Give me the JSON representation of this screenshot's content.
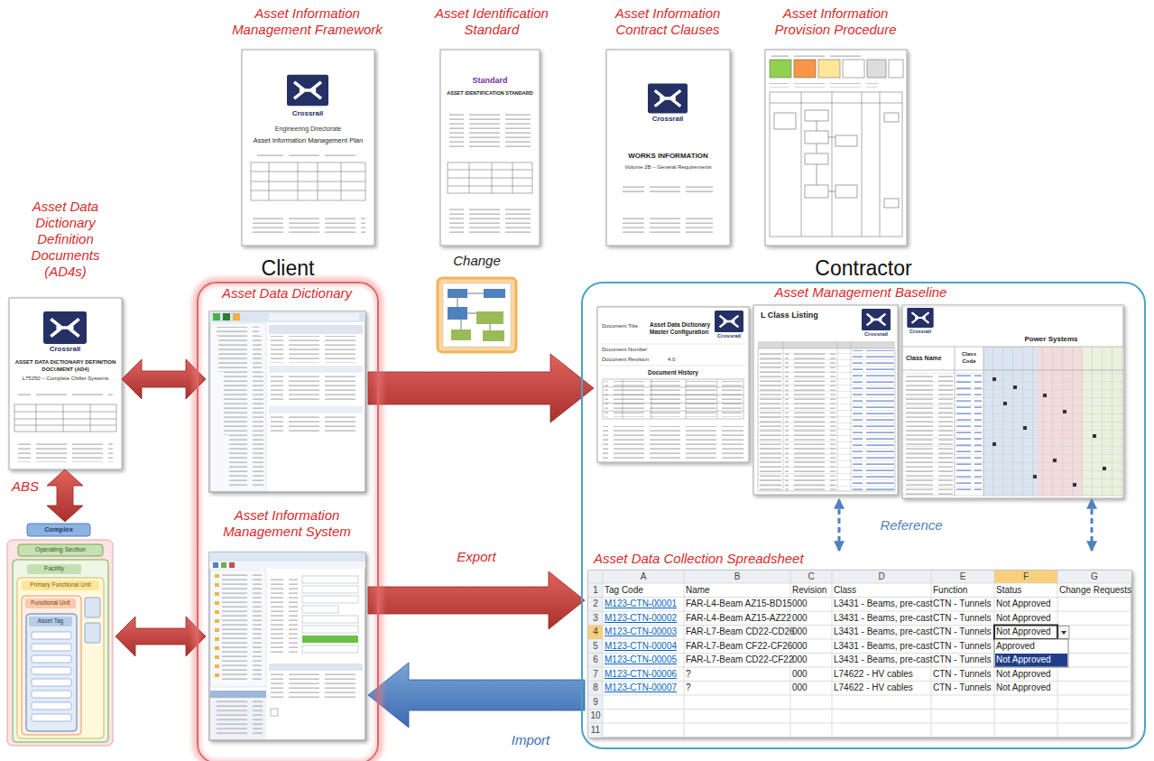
{
  "diagram": {
    "nodes": [
      {
        "text": [
          "Asset Information Management Framework"
        ]
      },
      {
        "text": [
          "Asset Identification Standard"
        ]
      },
      {
        "text": [
          "Asset Information Contract Clauses"
        ]
      },
      {
        "text": [
          "Asset Information Provision Procedure"
        ]
      },
      {
        "text": [
          "Asset Data Dictionary Definition Documents (AD4s)"
        ]
      },
      {
        "text": [
          "ABS"
        ]
      },
      {
        "text": [
          "Client"
        ]
      },
      {
        "text": [
          "Asset Data Dictionary"
        ],
        "in": 6
      },
      {
        "text": [
          "Asset Information Management System"
        ],
        "in": 6
      },
      {
        "text": [
          "Change"
        ]
      },
      {
        "text": [
          "Contractor"
        ]
      },
      {
        "text": [
          "Asset Management Baseline"
        ],
        "in": 10
      },
      {
        "text": [
          "Asset Data Collection Spreadsheet"
        ],
        "in": 10
      }
    ],
    "edges": [
      {
        "from": 4,
        "to": 7,
        "arrow": "both"
      },
      {
        "from": 4,
        "to": 5,
        "arrow": "both"
      },
      {
        "from": 5,
        "to": 8,
        "arrow": "both"
      },
      {
        "from": 7,
        "to": 11,
        "arrow": "to"
      },
      {
        "from": 8,
        "to": 12,
        "arrow": "to",
        "label": "Export"
      },
      {
        "from": 12,
        "to": 8,
        "arrow": "to",
        "label": "Import"
      },
      {
        "from": 12,
        "to": 11,
        "arrow": "both",
        "label": "Reference"
      },
      {
        "from": 12,
        "to": 11,
        "arrow": "both"
      }
    ],
    "labels": [
      "Crossrail",
      "Engineering Directorate",
      "Asset Information Management Plan",
      "Standard",
      "ASSET IDENTIFICATION STANDARD",
      "Crossrail",
      "WORKS INFORMATION",
      "Volume 2B – General Requirements",
      "Crossrail",
      "ASSET DATA DICTIONARY DEFINITION DOCUMENT (AD4)",
      "L75250 – Complete Chiller Systems",
      "Complex",
      "Operating Section",
      "Facility",
      "Primary Functional Unit",
      "Functional Unit",
      "Asset Tag",
      "Document Title",
      "Asset Data Dictionary Master Configuration",
      "Document Number",
      "Document Revision",
      "4.0",
      "Document History",
      "Crossrail",
      "L Class Listing",
      "Crossrail",
      "Crossrail",
      "Class Name",
      "Class Code",
      "Power Systems",
      "A",
      "B",
      "C",
      "D",
      "E",
      "F",
      "G",
      "1",
      "2",
      "3",
      "4",
      "5",
      "6",
      "7",
      "8",
      "9",
      "10",
      "11",
      "Tag Code",
      "Name",
      "Revision",
      "Class",
      "Function",
      "Status",
      "Change Requests",
      "M123-CTN-00001",
      "FAR-L4-Beam AZ15-BD15",
      "000",
      "L3431 - Beams, pre-cast",
      "CTN - Tunnels",
      "Not Approved",
      "M123-CTN-00002",
      "FAR-L4-Beam AZ15-AZ22",
      "000",
      "L3431 - Beams, pre-cast",
      "CTN - Tunnels",
      "Not Approved",
      "M123-CTN-00003",
      "FAR-L7-Beam CD22-CD26",
      "000",
      "L3431 - Beams, pre-cast",
      "CTN - Tunnels",
      "Not Approved",
      "M123-CTN-00004",
      "FAR-L7-Beam CF22-CF26",
      "000",
      "L3431 - Beams, pre-cast",
      "CTN - Tunnels",
      "M123-CTN-00005",
      "FAR-L7-Beam CD22-CF22",
      "000",
      "L3431 - Beams, pre-cast",
      "CTN - Tunnels",
      "M123-CTN-00006",
      "?",
      "000",
      "L74622 - HV cables",
      "CTN - Tunnels",
      "Not Approved",
      "M123-CTN-00007",
      "?",
      "000",
      "L74622 - HV cables",
      "CTN - Tunnels",
      "Not Approved",
      "Approved",
      "Not Approved"
    ]
  }
}
